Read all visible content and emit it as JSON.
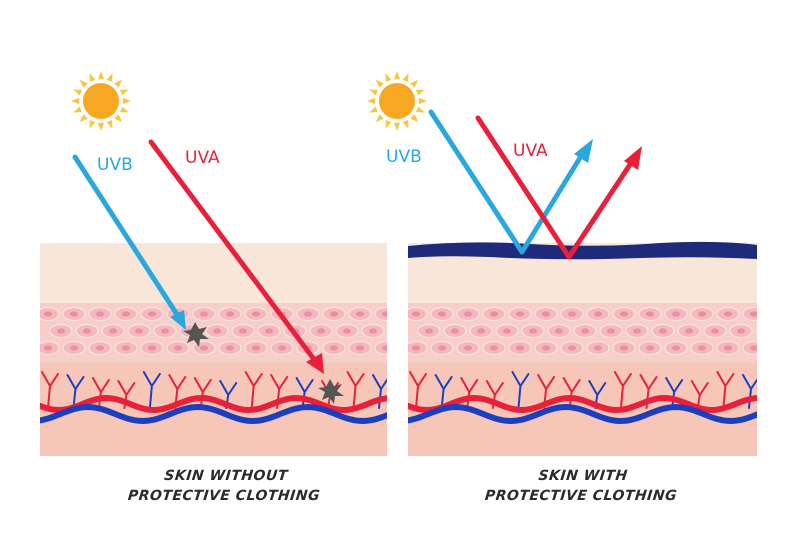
{
  "panels": [
    {
      "id": "without",
      "caption_line1": "SKIN WITHOUT",
      "caption_line2": "PROTECTIVE CLOTHING",
      "uvb_label": "UVB",
      "uva_label": "UVA",
      "has_clothing": false
    },
    {
      "id": "with",
      "caption_line1": "SKIN WITH",
      "caption_line2": "PROTECTIVE CLOTHING",
      "uvb_label": "UVB",
      "uva_label": "UVA",
      "has_clothing": true
    }
  ],
  "colors": {
    "uvb": "#2aa7df",
    "uva": "#e8203a",
    "sun": "#f6a823",
    "sun_rays": "#f6c842",
    "clothing": "#1f2a7a",
    "epidermis_top": "#f8e6d8",
    "cell_layer": "#f7cfc9",
    "dermis": "#f6c7b8",
    "artery": "#e8203a",
    "vein": "#1d3fbf",
    "damage": "#555555"
  }
}
